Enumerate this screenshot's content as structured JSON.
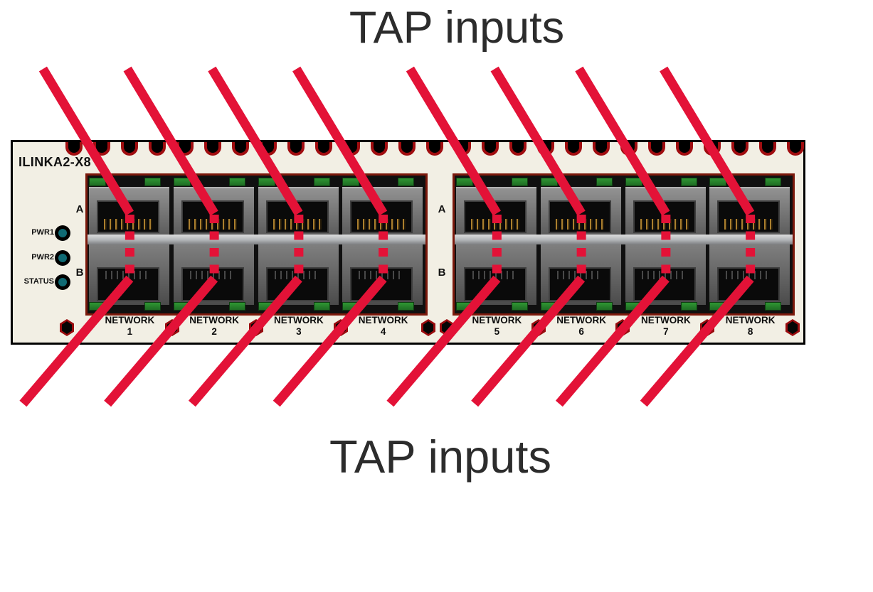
{
  "titles": {
    "top": "TAP inputs",
    "bottom": "TAP inputs"
  },
  "device": {
    "model": "ILINKA2-X8",
    "led_labels": [
      "PWR1",
      "PWR2",
      "STATUS"
    ],
    "row_labels": [
      "A",
      "B"
    ],
    "port_groups": [
      {
        "ports": [
          {
            "label": "NETWORK",
            "number": "1"
          },
          {
            "label": "NETWORK",
            "number": "2"
          },
          {
            "label": "NETWORK",
            "number": "3"
          },
          {
            "label": "NETWORK",
            "number": "4"
          }
        ]
      },
      {
        "ports": [
          {
            "label": "NETWORK",
            "number": "5"
          },
          {
            "label": "NETWORK",
            "number": "6"
          },
          {
            "label": "NETWORK",
            "number": "7"
          },
          {
            "label": "NETWORK",
            "number": "8"
          }
        ]
      }
    ]
  },
  "colors": {
    "tap_line": "#e31237",
    "panel_bg": "#f2efe4",
    "panel_border": "#000000",
    "group_border": "#7c190c",
    "vent_red": "#a00d10",
    "screw_red": "#990b0e",
    "latch_green": "#2f9633",
    "led_teal": "#0f6a74",
    "title_text": "#2c2c2c",
    "label_text": "#111111"
  }
}
